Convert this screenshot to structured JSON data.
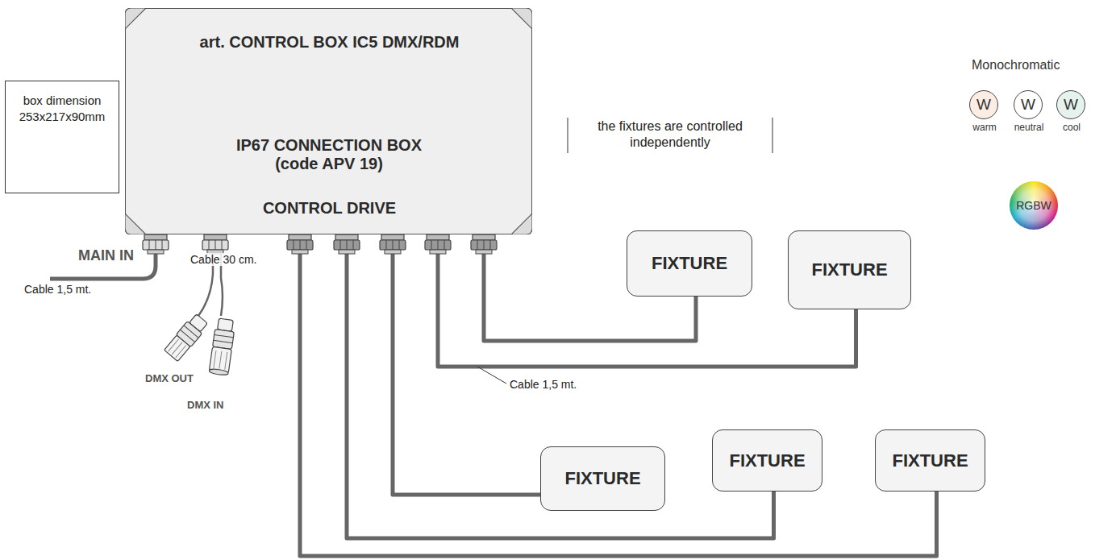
{
  "diagram": {
    "nodes": [
      {
        "text": [
          "box dimension 253x217x90mm"
        ]
      },
      {
        "text": [
          "art. CONTROL BOX IC5 DMX/RDM",
          "IP67 CONNECTION BOX (code APV 19)",
          "CONTROL DRIVE"
        ]
      },
      {
        "text": [
          "W",
          "warm"
        ]
      },
      {
        "text": [
          "W",
          "neutral"
        ]
      },
      {
        "text": [
          "W",
          "cool"
        ]
      },
      {
        "text": [
          "RGBW"
        ]
      },
      {
        "text": [
          "FIXTURE"
        ]
      },
      {
        "text": [
          "FIXTURE"
        ]
      },
      {
        "text": [
          "FIXTURE"
        ]
      },
      {
        "text": [
          "FIXTURE"
        ]
      },
      {
        "text": [
          "FIXTURE"
        ]
      }
    ],
    "edges": [
      {
        "from": 1,
        "to": 10,
        "arrow": "none"
      },
      {
        "from": 1,
        "to": 9,
        "arrow": "none"
      },
      {
        "from": 1,
        "to": 8,
        "arrow": "none"
      },
      {
        "from": 1,
        "to": 7,
        "arrow": "none"
      },
      {
        "from": 1,
        "to": 6,
        "arrow": "none"
      }
    ],
    "labels": [
      "Monochromatic",
      "the fixtures are controlled independently",
      "MAIN IN",
      "Cable 1,5 mt.",
      "Cable 30 cm.",
      "DMX OUT",
      "DMX IN",
      "Cable 1,5 mt."
    ]
  }
}
